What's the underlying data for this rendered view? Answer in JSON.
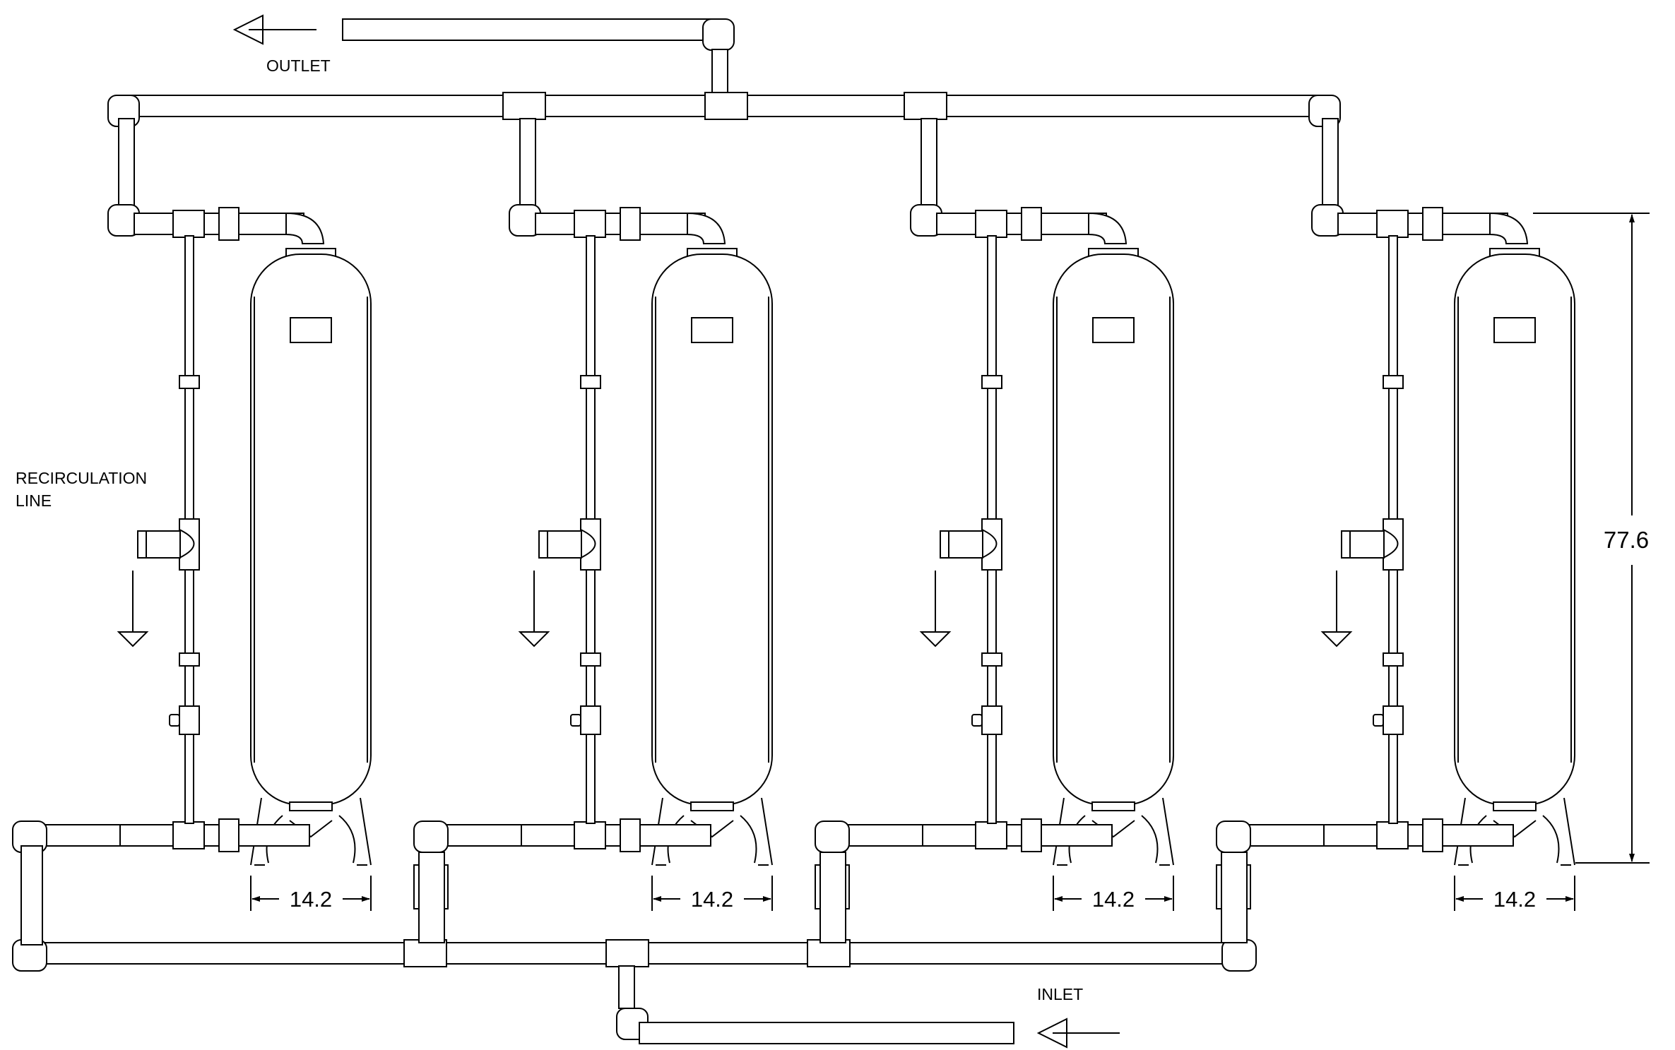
{
  "labels": {
    "outlet": "OUTLET",
    "inlet": "INLET",
    "recirc_line1": "RECIRCULATION",
    "recirc_line2": "LINE"
  },
  "dimensions": {
    "tank_width": "14.2",
    "tank_height": "77.6"
  },
  "tank_count": 4,
  "colors": {
    "line": "#000000",
    "background": "#ffffff"
  }
}
